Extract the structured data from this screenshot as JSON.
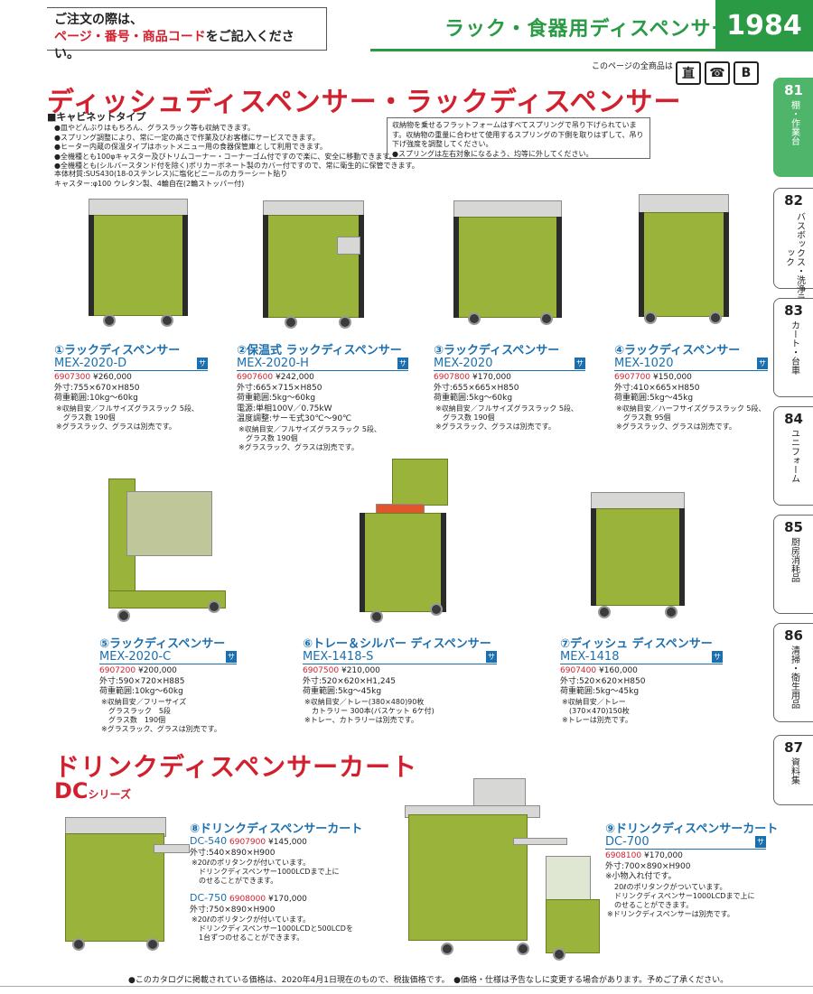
{
  "header": {
    "order_note_line1": "ご注文の際は、",
    "order_note_red": "ページ・番号・商品コード",
    "order_note_rest": "をご記入ください。",
    "category": "ラック・食器用ディスペンサー",
    "page_number": "1984"
  },
  "delivery": {
    "label": "このページの全商品は",
    "icons": [
      "直",
      "☎",
      "B"
    ]
  },
  "side_tabs": [
    {
      "num": "81",
      "label": "棚・作業台",
      "active": true
    },
    {
      "num": "82",
      "label": "バスボックス・洗浄ラック",
      "active": false
    },
    {
      "num": "83",
      "label": "カート・台車",
      "active": false
    },
    {
      "num": "84",
      "label": "ユニフォーム",
      "active": false
    },
    {
      "num": "85",
      "label": "厨房消耗品",
      "active": false
    },
    {
      "num": "86",
      "label": "清掃・衛生用品",
      "active": false
    },
    {
      "num": "87",
      "label": "資料集",
      "active": false
    }
  ],
  "section1": {
    "title": "ディッシュディスペンサー・ラックディスペンサー",
    "subtype": "■キャビネットタイプ",
    "bullets": [
      "●皿やどんぶりはもちろん、グラスラック等も収納できます。",
      "●スプリング調整により、常に一定の高さで作業及びお客様にサービスできます。",
      "●ヒーター内蔵の保温タイプはホットメニュー用の食器保管庫として利用できます。",
      "●全機種とも100φキャスター及びトリムコーナー・コーナーゴム付ですので楽に、安全に移動できます。",
      "●全機種とも(シルバースタンド付を除く)ポリカーボネート製のカバー付ですので、常に衛生的に保管できます。"
    ],
    "materials": [
      "本体材質:SUS430(18-0ステンレス)に塩化ビニールのカラーシート貼り",
      "キャスター:φ100 ウレタン製、4輪自在(2輪ストッパー付)"
    ],
    "notebox": [
      "収納物を乗せるフラットフォームはすべてスプリングで吊り下げられています。収納物の重量に合わせて使用するスプリングの下側を取りはずして、吊り下げ強度を調整してください。",
      "●スプリングは左右対象になるよう、均等に外してください。"
    ]
  },
  "products": [
    {
      "num": "①",
      "name": "ラックディスペンサー",
      "model": "MEX-2020-D",
      "code": "6907300",
      "price": "¥260,000",
      "lines": [
        "外寸:755×670×H850",
        "荷重範囲:10kg～60kg"
      ],
      "notes": [
        "※収納目安／フルサイズグラスラック 5段、",
        "　グラス数 190個",
        "※グラスラック、グラスは別売です。"
      ]
    },
    {
      "num": "②",
      "name": "保温式 ラックディスペンサー",
      "model": "MEX-2020-H",
      "code": "6907600",
      "price": "¥242,000",
      "lines": [
        "外寸:665×715×H850",
        "荷重範囲:5kg～60kg",
        "電源:単相100V／0.75kW",
        "温度調整:サーモ式30℃～90℃"
      ],
      "notes": [
        "※収納目安／フルサイズグラスラック 5段、",
        "　グラス数 190個",
        "※グラスラック、グラスは別売です。"
      ]
    },
    {
      "num": "③",
      "name": "ラックディスペンサー",
      "model": "MEX-2020",
      "code": "6907800",
      "price": "¥170,000",
      "lines": [
        "外寸:655×665×H850",
        "荷重範囲:5kg～60kg"
      ],
      "notes": [
        "※収納目安／フルサイズグラスラック 5段、",
        "　グラス数 190個",
        "※グラスラック、グラスは別売です。"
      ]
    },
    {
      "num": "④",
      "name": "ラックディスペンサー",
      "model": "MEX-1020",
      "code": "6907700",
      "price": "¥150,000",
      "lines": [
        "外寸:410×665×H850",
        "荷重範囲:5kg～45kg"
      ],
      "notes": [
        "※収納目安／ハーフサイズグラスラック 5段、",
        "　グラス数 95個",
        "※グラスラック、グラスは別売です。"
      ]
    },
    {
      "num": "⑤",
      "name": "ラックディスペンサー",
      "model": "MEX-2020-C",
      "code": "6907200",
      "price": "¥200,000",
      "lines": [
        "外寸:590×720×H885",
        "荷重範囲:10kg～60kg"
      ],
      "notes": [
        "※収納目安／フリーサイズ",
        "　グラスラック　5段",
        "　グラス数　190個",
        "※グラスラック、グラスは別売です。"
      ]
    },
    {
      "num": "⑥",
      "name": "トレー＆シルバー ディスペンサー",
      "model": "MEX-1418-S",
      "code": "6907500",
      "price": "¥210,000",
      "lines": [
        "外寸:520×620×H1,245",
        "荷重範囲:5kg～45kg"
      ],
      "notes": [
        "※収納目安／トレー(380×480)90枚",
        "　カトラリー 300本(バスケット 6ケ付)",
        "※トレー、カトラリーは別売です。"
      ]
    },
    {
      "num": "⑦",
      "name": "ディッシュ ディスペンサー",
      "model": "MEX-1418",
      "code": "6907400",
      "price": "¥160,000",
      "lines": [
        "外寸:520×620×H850",
        "荷重範囲:5kg～45kg"
      ],
      "notes": [
        "※収納目安／トレー",
        "　(370×470)150枚",
        "※トレーは別売です。"
      ]
    }
  ],
  "section2": {
    "title": "ドリンクディスペンサーカート",
    "series": "DC",
    "series_suffix": "シリーズ"
  },
  "dc_products": [
    {
      "num": "⑧",
      "name": "ドリンクディスペンサーカート",
      "variants": [
        {
          "model": "DC-540",
          "code": "6907900",
          "price": "¥145,000",
          "lines": [
            "外寸:540×890×H900"
          ],
          "notes": [
            "※20ℓのポリタンクが付いています。",
            "　ドリンクディスペンサー1000LCDまで上に",
            "　のせることができます。"
          ]
        },
        {
          "model": "DC-750",
          "code": "6908000",
          "price": "¥170,000",
          "lines": [
            "外寸:750×890×H900"
          ],
          "notes": [
            "※20ℓのポリタンクが付いています。",
            "　ドリンクディスペンサー1000LCDと500LCDを",
            "　1台ずつのせることができます。"
          ]
        }
      ]
    },
    {
      "num": "⑨",
      "name": "ドリンクディスペンサーカート",
      "model": "DC-700",
      "code": "6908100",
      "price": "¥170,000",
      "lines": [
        "外寸:700×890×H900",
        "※小物入れ付です。"
      ],
      "notes": [
        "　20ℓのポリタンクがついています。",
        "　ドリンクディスペンサー1000LCDまで上に",
        "　のせることができます。",
        "※ドリンクディスペンサーは別売です。"
      ]
    }
  ],
  "footer": "●このカタログに掲載されている価格は、2020年4月1日現在のもので、税抜価格です。　●価格・仕様は予告なしに変更する場合があります。予めご了承ください。"
}
